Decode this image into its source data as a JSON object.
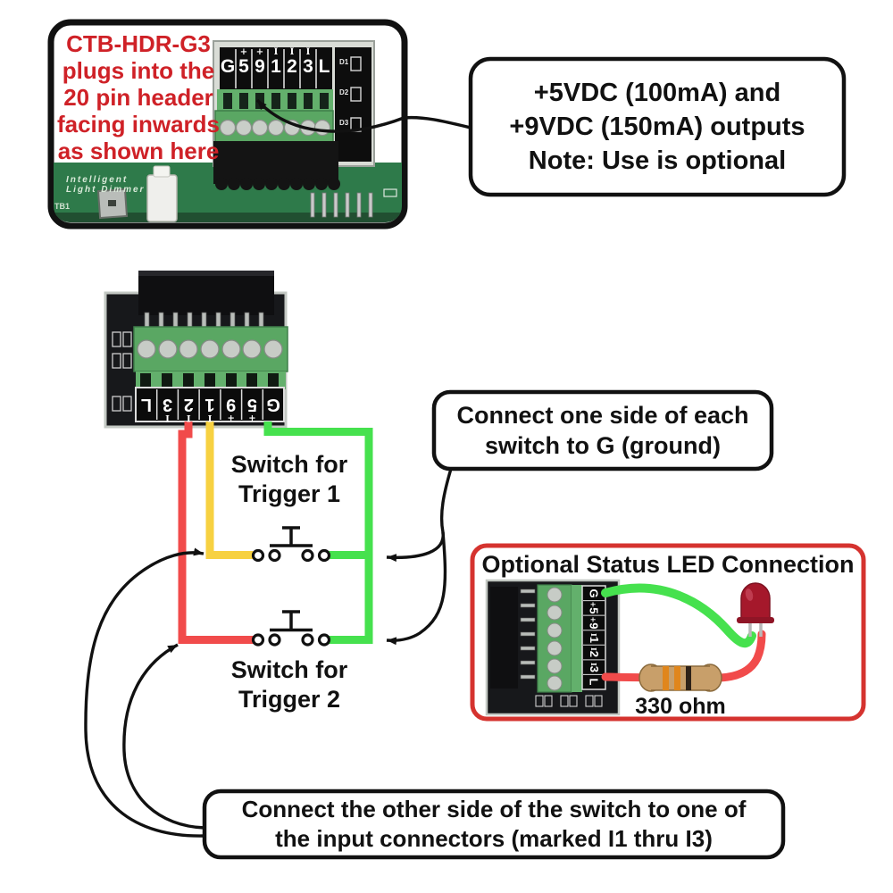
{
  "photo_panel": {
    "caption": "CTB-HDR-G3\nplugs into the\n20 pin header\nfacing inwards\nas shown here",
    "caption_color": "#cf2127",
    "silkscreen": "Intelligent\nLight Dimmer",
    "silkscreen_ref": "TB1",
    "diode_labels": [
      "D1",
      "D2",
      "D3"
    ]
  },
  "board": {
    "terminals": [
      {
        "mark": "",
        "label": "G"
      },
      {
        "mark": "+",
        "label": "5"
      },
      {
        "mark": "+",
        "label": "9"
      },
      {
        "mark": "I",
        "label": "1"
      },
      {
        "mark": "I",
        "label": "2"
      },
      {
        "mark": "I",
        "label": "3"
      },
      {
        "mark": "",
        "label": "L"
      }
    ]
  },
  "callouts": {
    "power_note": "+5VDC (100mA) and\n+9VDC (150mA) outputs\nNote: Use is optional",
    "ground_note": "Connect one side of each\nswitch to G (ground)",
    "input_note": "Connect the other side of the switch to one of\nthe input connectors (marked I1 thru I3)"
  },
  "switches": {
    "switch1_label": "Switch for\nTrigger 1",
    "switch2_label": "Switch for\nTrigger 2"
  },
  "led_panel": {
    "title": "Optional Status LED Connection",
    "resistor_label": "330 ohm",
    "border_color": "#d5332f"
  },
  "wires": {
    "red": "#f14b4b",
    "yellow": "#f7d141",
    "green": "#46e14e"
  }
}
